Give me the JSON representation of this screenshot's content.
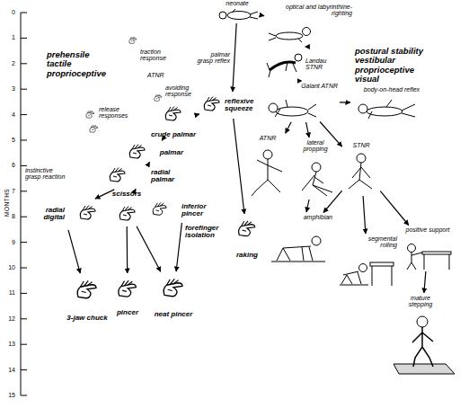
{
  "diagram": {
    "nodes": [
      {
        "text": [
          "neonate"
        ]
      },
      {
        "text": [
          "reflexive squeeze"
        ]
      },
      {
        "text": [
          "crude palmar"
        ]
      },
      {
        "text": [
          "palmar"
        ]
      },
      {
        "text": [
          "radial palmar"
        ]
      },
      {
        "text": [
          "radial digital"
        ]
      },
      {
        "text": [
          "scissors"
        ]
      },
      {
        "text": [
          "inferior pincer"
        ]
      },
      {
        "text": [
          "3-jaw chuck"
        ]
      },
      {
        "text": [
          "pincer"
        ]
      },
      {
        "text": [
          "neat pincer"
        ]
      },
      {
        "text": [
          "raking"
        ]
      },
      {
        "text": [
          "optical and labyrinthine-righting"
        ]
      },
      {
        "text": [
          "Landau STNR"
        ]
      },
      {
        "text": [
          "Galant ATNR"
        ]
      },
      {
        "text": [
          "body-on-head reflex"
        ]
      },
      {
        "text": [
          "ATNR"
        ]
      },
      {
        "text": [
          "lateral propping"
        ]
      },
      {
        "text": [
          "STNR"
        ]
      },
      {
        "text": [
          "amphibian"
        ]
      },
      {
        "text": [
          "segmental rolling"
        ]
      },
      {
        "text": [
          "positive support"
        ]
      },
      {
        "text": [
          "mature stepping"
        ]
      }
    ],
    "edges": [
      {
        "from": 0,
        "to": 1,
        "label": "palmar grasp reflex",
        "arrow": "to"
      },
      {
        "from": 1,
        "to": 2,
        "arrow": "to"
      },
      {
        "from": 2,
        "to": 3,
        "arrow": "to"
      },
      {
        "from": 3,
        "to": 4,
        "arrow": "to"
      },
      {
        "from": 4,
        "to": 5,
        "arrow": "to"
      },
      {
        "from": 4,
        "to": 6,
        "arrow": "to"
      },
      {
        "from": 5,
        "to": 8,
        "arrow": "to"
      },
      {
        "from": 6,
        "to": 9,
        "arrow": "to"
      },
      {
        "from": 6,
        "to": 10,
        "arrow": "to"
      },
      {
        "from": 7,
        "to": 10,
        "arrow": "to"
      },
      {
        "from": 1,
        "to": 11,
        "arrow": "to"
      },
      {
        "from": 0,
        "to": 12,
        "arrow": "to"
      },
      {
        "from": 12,
        "to": 13,
        "arrow": "to"
      },
      {
        "from": 13,
        "to": 14,
        "arrow": "to"
      },
      {
        "from": 14,
        "to": 15,
        "arrow": "to"
      },
      {
        "from": 14,
        "to": 16,
        "arrow": "to"
      },
      {
        "from": 14,
        "to": 17,
        "arrow": "to"
      },
      {
        "from": 14,
        "to": 18,
        "arrow": "to"
      },
      {
        "from": 17,
        "to": 19,
        "arrow": "to"
      },
      {
        "from": 18,
        "to": 19,
        "arrow": "to"
      },
      {
        "from": 18,
        "to": 20,
        "arrow": "to"
      },
      {
        "from": 18,
        "to": 21,
        "arrow": "to"
      },
      {
        "from": 21,
        "to": 22,
        "arrow": "to"
      }
    ],
    "labels": [
      "0",
      "1",
      "2",
      "3",
      "4",
      "5",
      "6",
      "7",
      "8",
      "9",
      "10",
      "11",
      "12",
      "13",
      "14",
      "15",
      "MONTHS",
      "prehensile tactile proprioceptive",
      "postural stability vestibular proprioceptive visual",
      "traction response",
      "ATNR",
      "avoiding response",
      "release responses",
      "instinctive grasp reaction",
      "forefinger isolation"
    ]
  }
}
